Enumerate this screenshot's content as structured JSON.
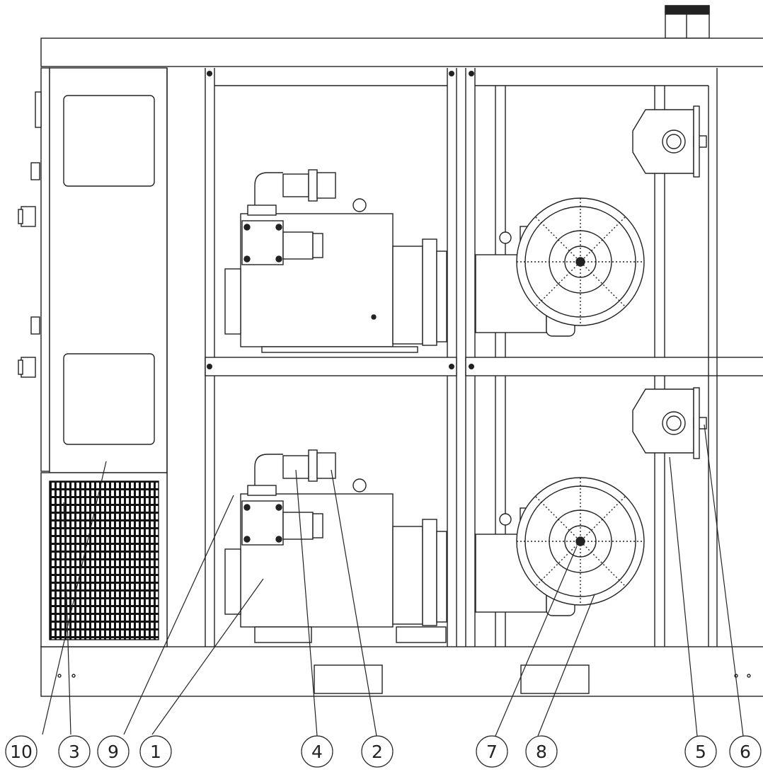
{
  "callouts": [
    {
      "id": "c10",
      "label": "10"
    },
    {
      "id": "c3",
      "label": "3"
    },
    {
      "id": "c9",
      "label": "9"
    },
    {
      "id": "c1",
      "label": "1"
    },
    {
      "id": "c4",
      "label": "4"
    },
    {
      "id": "c2",
      "label": "2"
    },
    {
      "id": "c7",
      "label": "7"
    },
    {
      "id": "c8",
      "label": "8"
    },
    {
      "id": "c5",
      "label": "5"
    },
    {
      "id": "c6",
      "label": "6"
    }
  ]
}
